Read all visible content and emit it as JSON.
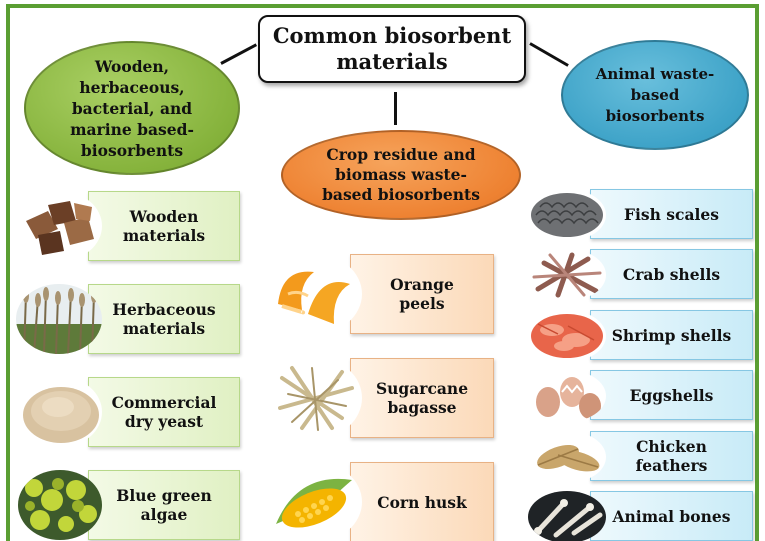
{
  "title": "Common biosorbent\nmaterials",
  "groups": {
    "left": {
      "label": "Wooden,\nherbaceous,\nbacterial, and\nmarine based-\nbiosorbents",
      "color": "#86b33c",
      "items": [
        "Wooden\nmaterials",
        "Herbaceous\nmaterials",
        "Commercial\ndry yeast",
        "Blue green\nalgae"
      ],
      "icons": [
        "wood-chips-icon",
        "reeds-icon",
        "yeast-powder-icon",
        "algae-icon"
      ]
    },
    "middle": {
      "label": "Crop residue and\nbiomass waste-\nbased biosorbents",
      "color": "#ee8232",
      "items": [
        "Orange\npeels",
        "Sugarcane\nbagasse",
        "Corn husk"
      ],
      "icons": [
        "orange-peel-icon",
        "bagasse-icon",
        "corn-icon"
      ]
    },
    "right": {
      "label": "Animal waste-\nbased\nbiosorbents",
      "color": "#3ea3c8",
      "items": [
        "Fish scales",
        "Crab shells",
        "Shrimp shells",
        "Eggshells",
        "Chicken\nfeathers",
        "Animal bones"
      ],
      "icons": [
        "fish-scales-icon",
        "crab-shells-icon",
        "shrimp-icon",
        "eggshells-icon",
        "feathers-icon",
        "bones-icon"
      ]
    }
  },
  "frame_color": "#5a9e32"
}
